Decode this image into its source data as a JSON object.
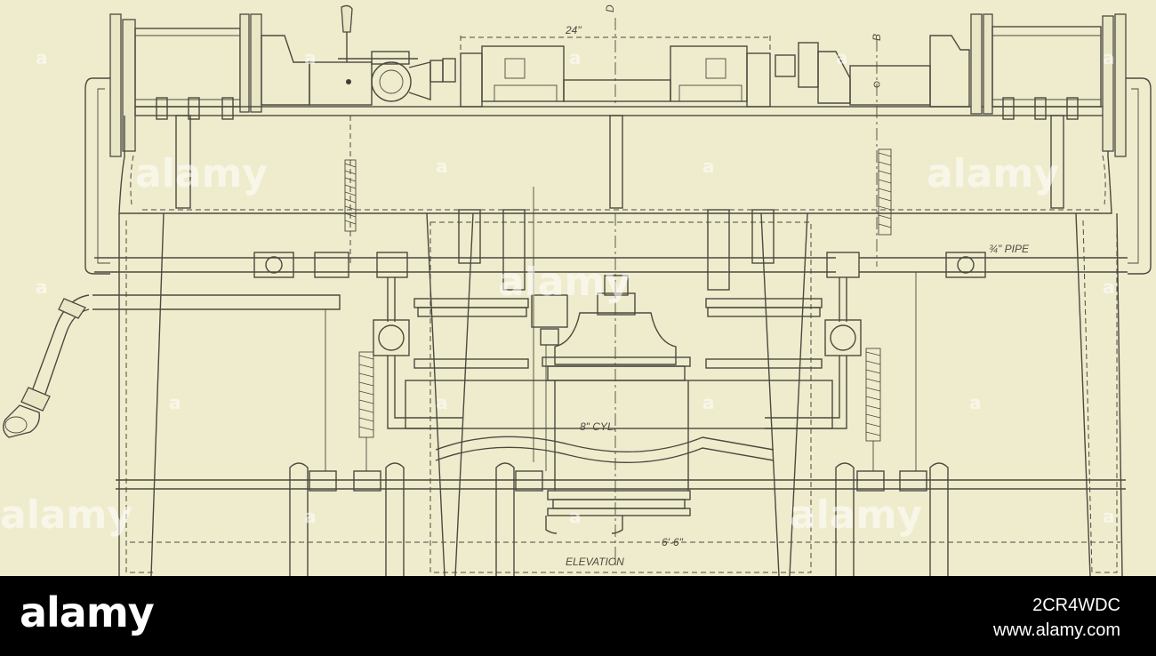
{
  "drawing": {
    "dimension_top": "24\"",
    "section_mark_d": "D",
    "section_mark_b": "B",
    "pipe_label": "¾\" PIPE",
    "cylinder_label": "8\" CYL.",
    "dimension_bottom": "6'-6\"",
    "view_title": "ELEVATION"
  },
  "watermark": {
    "word": "alamy",
    "small": "a"
  },
  "footer": {
    "brand": "alamy",
    "image_id": "2CR4WDC",
    "site": "www.alamy.com"
  },
  "colors": {
    "paper": "#efeccd",
    "ink": "#4b4a40",
    "footer_bg": "#000000",
    "footer_text": "#ffffff"
  }
}
